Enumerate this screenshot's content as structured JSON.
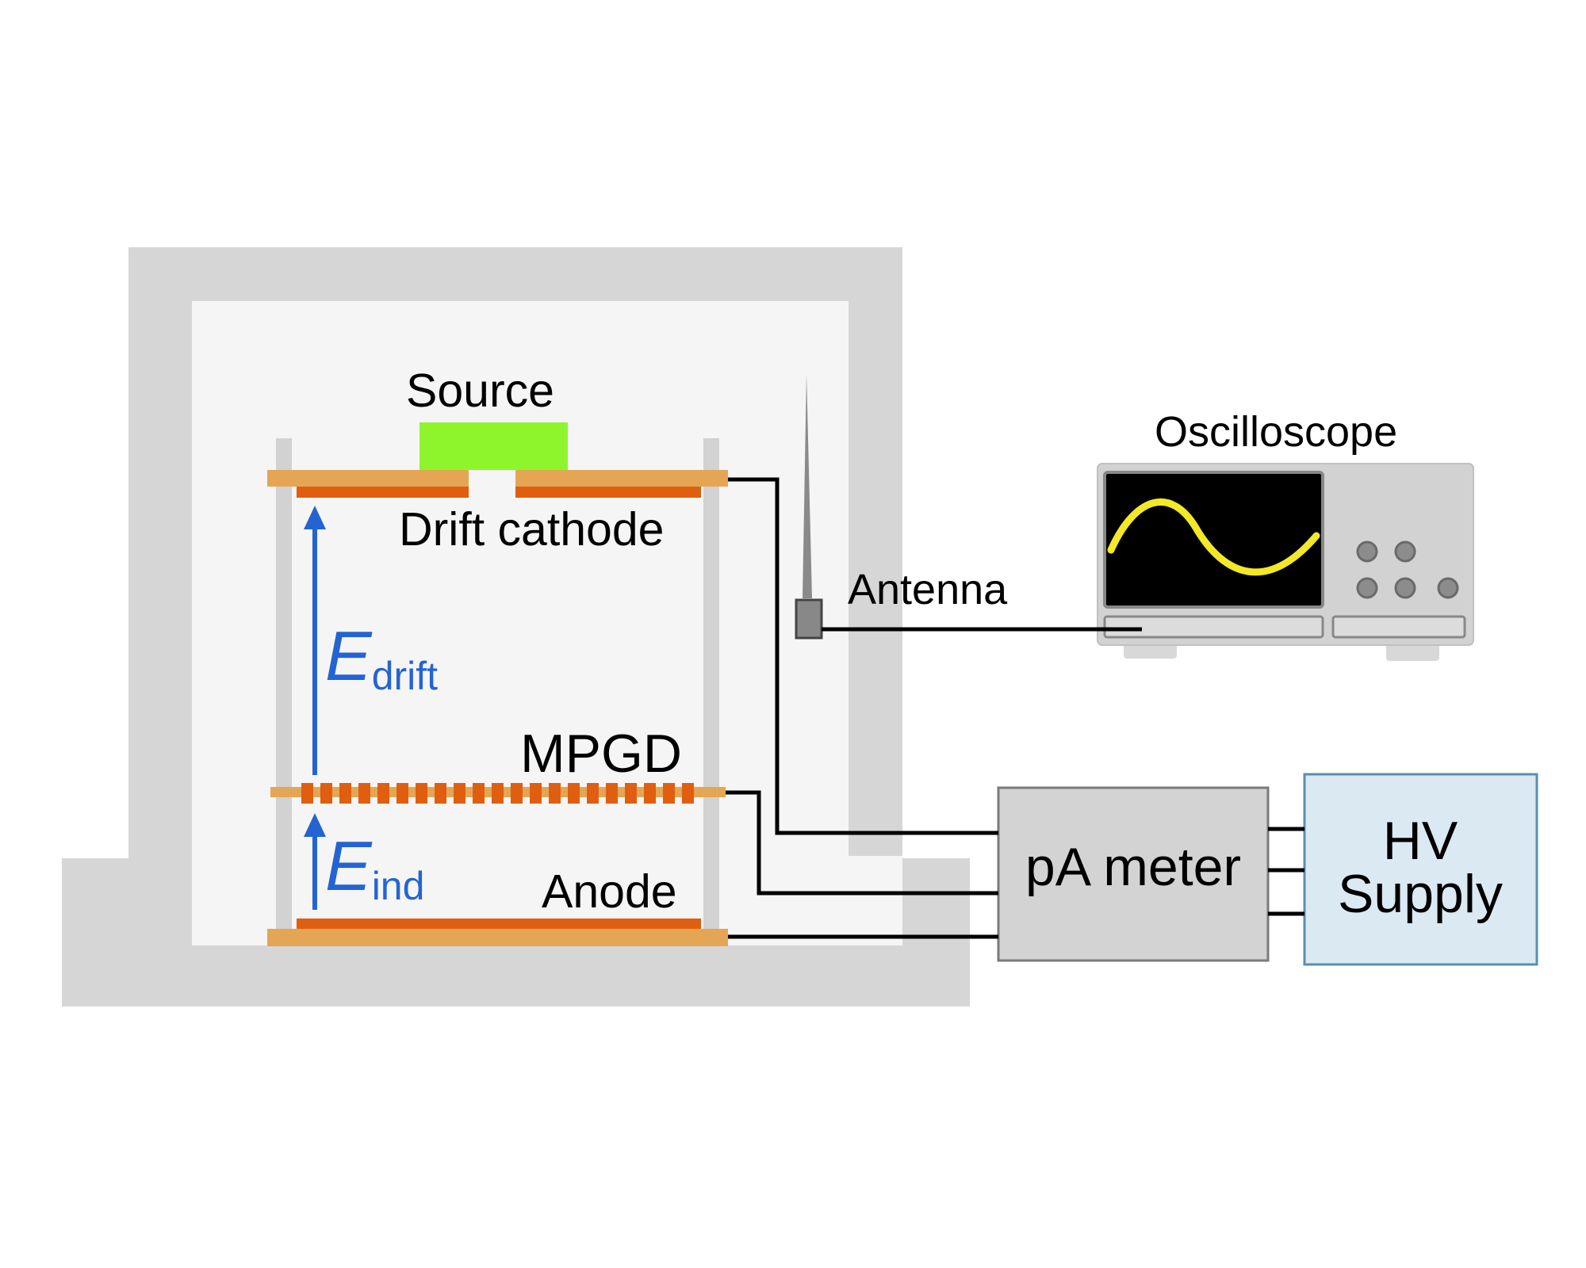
{
  "labels": {
    "source": "Source",
    "drift_cathode": "Drift cathode",
    "mpgd": "MPGD",
    "anode": "Anode",
    "antenna": "Antenna",
    "oscilloscope": "Oscilloscope",
    "pa_meter": "pA meter",
    "hv_line1": "HV",
    "hv_line2": "Supply"
  },
  "fields": {
    "drift_symbol": "E",
    "drift_subscript": "drift",
    "ind_symbol": "E",
    "ind_subscript": "ind"
  },
  "colors": {
    "chamber": "#d6d6d6",
    "chamber_inner": "#f5f5f5",
    "electrode_frame": "#e4a654",
    "electrode": "#e05e10",
    "source": "#8ef52c",
    "field_arrow": "#2464d2",
    "hv_fill": "#dbe9f3",
    "hv_border": "#5a8fb0",
    "meter_fill": "#d3d3d3",
    "scope_screen": "#000000",
    "scope_wave": "#f2e827"
  }
}
